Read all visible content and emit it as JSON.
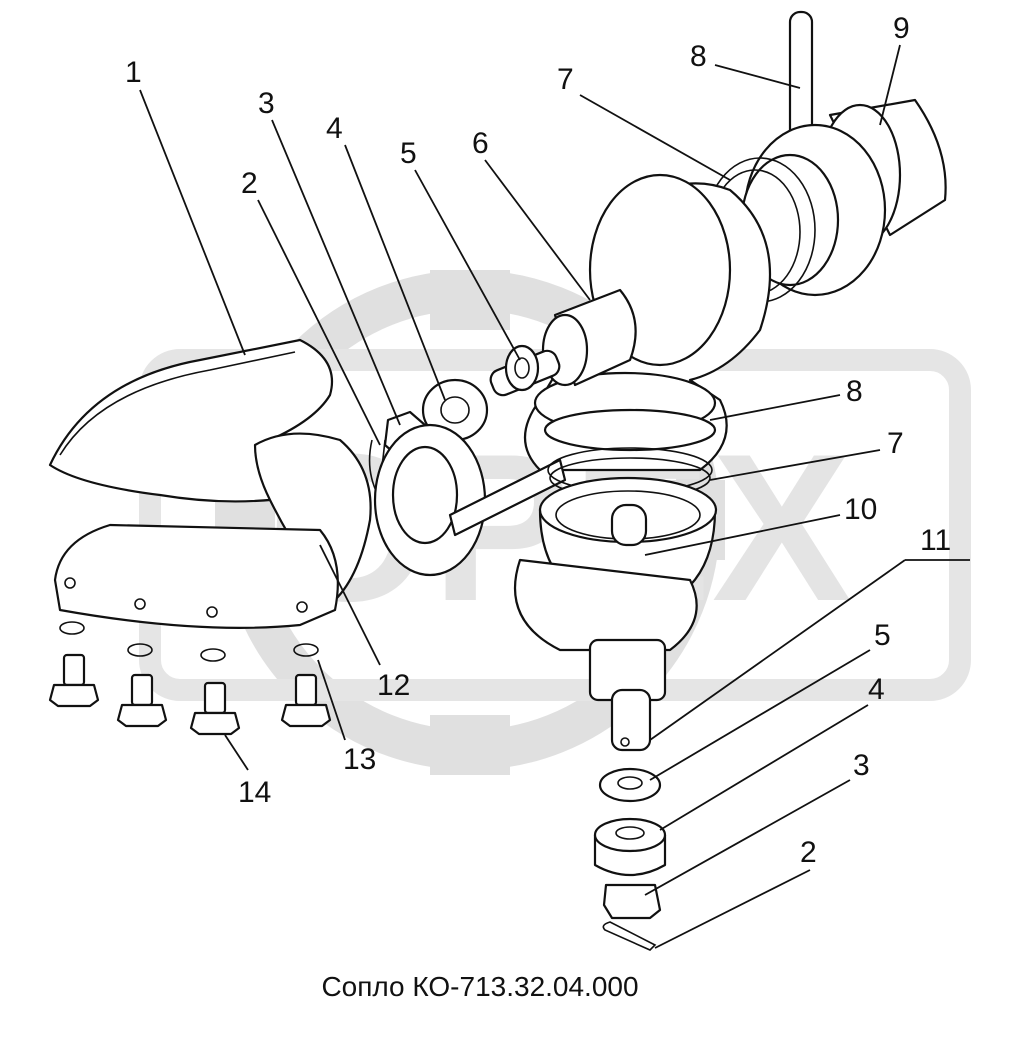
{
  "caption": "Сопло КО-713.32.04.000",
  "watermark": "OPEX",
  "callouts": [
    {
      "id": "c1",
      "label": "1"
    },
    {
      "id": "c2a",
      "label": "2"
    },
    {
      "id": "c3a",
      "label": "3"
    },
    {
      "id": "c4a",
      "label": "4"
    },
    {
      "id": "c5a",
      "label": "5"
    },
    {
      "id": "c6",
      "label": "6"
    },
    {
      "id": "c7a",
      "label": "7"
    },
    {
      "id": "c8a",
      "label": "8"
    },
    {
      "id": "c9",
      "label": "9"
    },
    {
      "id": "c8b",
      "label": "8"
    },
    {
      "id": "c7b",
      "label": "7"
    },
    {
      "id": "c10",
      "label": "10"
    },
    {
      "id": "c11",
      "label": "11"
    },
    {
      "id": "c5b",
      "label": "5"
    },
    {
      "id": "c4b",
      "label": "4"
    },
    {
      "id": "c3b",
      "label": "3"
    },
    {
      "id": "c2b",
      "label": "2"
    },
    {
      "id": "c12",
      "label": "12"
    },
    {
      "id": "c13",
      "label": "13"
    },
    {
      "id": "c14",
      "label": "14"
    }
  ]
}
